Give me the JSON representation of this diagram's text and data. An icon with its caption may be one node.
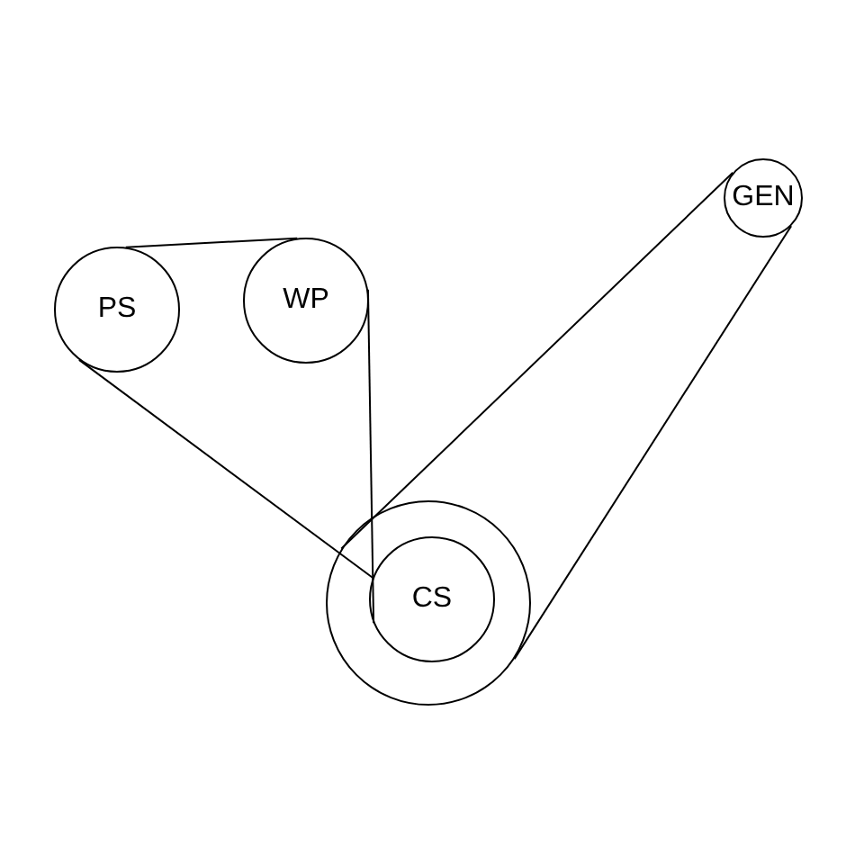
{
  "diagram": {
    "nodes": [
      {
        "text": [
          "PS"
        ]
      },
      {
        "text": [
          "WP"
        ]
      },
      {
        "text": [
          "GEN"
        ]
      },
      {
        "text": [],
        "shape": "circle"
      },
      {
        "text": [
          "CS"
        ],
        "in": 3
      }
    ],
    "edges": [
      {
        "from": 0,
        "to": 1,
        "arrow": "none"
      },
      {
        "from": 1,
        "to": 4,
        "arrow": "none"
      },
      {
        "from": 0,
        "to": 4,
        "arrow": "none"
      },
      {
        "from": 2,
        "to": 3,
        "arrow": "none"
      },
      {
        "from": 2,
        "to": 3,
        "arrow": "none"
      }
    ]
  }
}
